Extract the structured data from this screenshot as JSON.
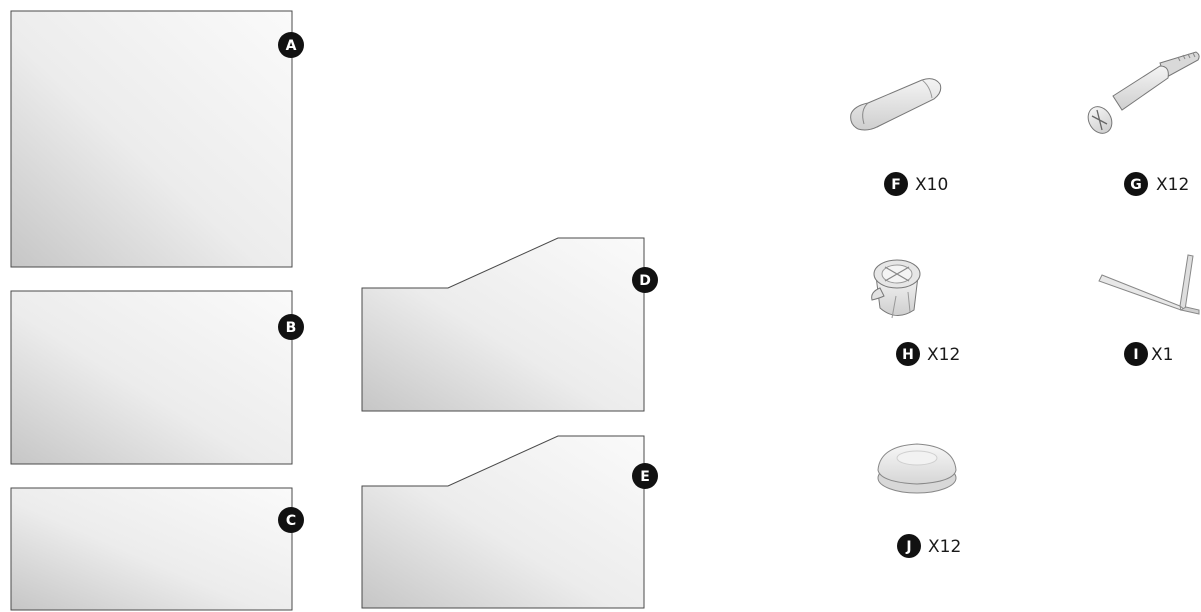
{
  "panels": [
    {
      "id": "A",
      "letter": "A"
    },
    {
      "id": "B",
      "letter": "B"
    },
    {
      "id": "C",
      "letter": "C"
    },
    {
      "id": "D",
      "letter": "D"
    },
    {
      "id": "E",
      "letter": "E"
    }
  ],
  "hardware": [
    {
      "id": "F",
      "letter": "F",
      "quantity": "X10",
      "icon": "wooden-dowel-icon"
    },
    {
      "id": "G",
      "letter": "G",
      "quantity": "X12",
      "icon": "cam-bolt-icon"
    },
    {
      "id": "H",
      "letter": "H",
      "quantity": "X12",
      "icon": "cam-lock-nut-icon"
    },
    {
      "id": "I",
      "letter": "I",
      "quantity": "X1",
      "icon": "allen-key-icon"
    },
    {
      "id": "J",
      "letter": "J",
      "quantity": "X12",
      "icon": "cover-cap-icon"
    }
  ],
  "colors": {
    "panel_light": "#f7f7f7",
    "panel_dark": "#c9c9c9",
    "outline": "#4a4a4a",
    "badge": "#111111"
  }
}
